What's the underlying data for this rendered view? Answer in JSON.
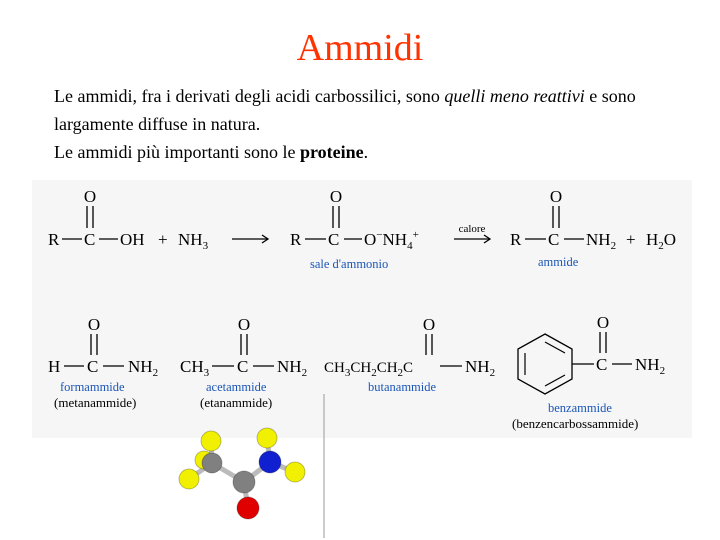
{
  "title": "Ammidi",
  "intro": {
    "line1_pre": "Le ammidi, fra i derivati degli acidi carbossilici, sono ",
    "line1_em": "quelli meno reattivi",
    "line1_post": " e sono largamente diffuse in natura.",
    "line2_pre": "Le ammidi più importanti sono le ",
    "line2_bold": "proteine",
    "line2_post": "."
  },
  "reaction": {
    "reactant_acid": "R—C—OH",
    "plus1": "+",
    "ammonia": "NH3",
    "salt": "R—C—O⁻NH4⁺",
    "salt_label": "sale d'ammonio",
    "arrow_label": "calore",
    "amide": "R—C—NH2",
    "amide_label": "ammide",
    "plus2": "+",
    "water": "H2O"
  },
  "examples": [
    {
      "name": "formammide",
      "alt": "(metanammide)"
    },
    {
      "name": "acetammide",
      "alt": "(etanammide)"
    },
    {
      "name": "butanammide",
      "alt": ""
    },
    {
      "name": "benzammide",
      "alt": "(benzencarbossammide)"
    }
  ],
  "model_colors": {
    "carbon": "#808080",
    "hydrogen": "#f0f000",
    "nitrogen": "#1020d0",
    "oxygen": "#e00000"
  }
}
